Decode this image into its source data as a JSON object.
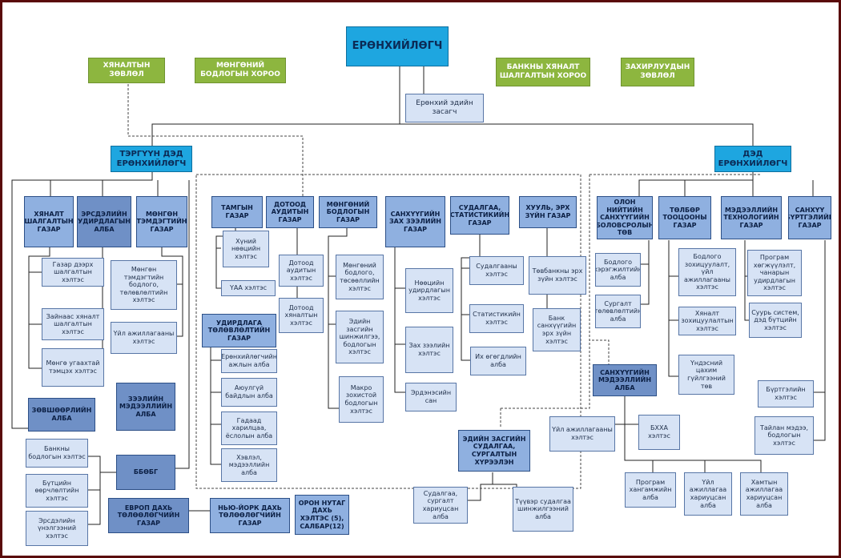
{
  "title": "ЕРӨНХИЙЛӨГЧ",
  "deputy_general": "Ерөнхий эдийн засагч",
  "councils": [
    "ХЯНАЛТЫН ЗӨВЛӨЛ",
    "МӨНГӨНИЙ БОДЛОГЫН ХОРОО",
    "БАНКНЫ ХЯНАЛТ ШАЛГАЛТЫН ХОРОО",
    "ЗАХИРЛУУДЫН ЗӨВЛӨЛ"
  ],
  "first_deputy": "ТЭРГҮҮН ДЭД ЕРӨНХИЙЛӨГЧ",
  "deputy": "ДЭД ЕРӨНХИЙЛӨГЧ",
  "left": {
    "supervision_dept": "ХЯНАЛТ ШАЛГАЛТЫН ГАЗАР",
    "risk_div": "ЭРСДЭЛИЙН УДИРДЛАГЫН АЛБА",
    "cash_dept": "МӨНГӨН ТЭМДЭГТИЙН ГАЗАР",
    "sup_units": [
      "Газар дээрх шалгалтын хэлтэс",
      "Зайнаас хяналт шалгалтын хэлтэс",
      "Мөнгө угаахтай тэмцэх хэлтэс"
    ],
    "cash_units": [
      "Мөнгөн тэмдэгтийн бодлого, төлөвлөлтийн хэлтэс",
      "Үйл ажиллагааны хэлтэс"
    ],
    "ombudsman": "ЗӨВШӨӨРЛИЙН АЛБА",
    "credit_info": "ЗЭЭЛИЙН МЭДЭЭЛЛИЙН АЛБА",
    "bbobg": "ББӨБГ",
    "bbobg_units": [
      "Банкны бодлогын хэлтэс",
      "Бүтцийн өөрчлөлтийн хэлтэс",
      "Эрсдэлийн үнэлгээний хэлтэс"
    ],
    "europe_office": "ЕВРОП ДАХЬ ТӨЛӨӨЛӨГЧИЙН ГАЗАР"
  },
  "mid": {
    "secretariat": "ТАМГЫН ГАЗАР",
    "audit_dept": "ДОТООД АУДИТЫН ГАЗАР",
    "monetary_dept": "МӨНГӨНИЙ БОДЛОГЫН ГАЗАР",
    "financial_dept": "САНХҮҮГИЙН ЗАХ ЗЭЭЛИЙН ГАЗАР",
    "research_dept": "СУДАЛГАА, СТАТИСТИКИЙН ГАЗАР",
    "legal_dept": "ХУУЛЬ, ЭРХ ЗҮЙН ГАЗАР",
    "secretariat_units": [
      "Хүний нөөцийн хэлтэс",
      "ҮАА хэлтэс"
    ],
    "audit_units": [
      "Дотоод аудитын хэлтэс",
      "Дотоод хяналтын хэлтэс"
    ],
    "monetary_units": [
      "Мөнгөний бодлого, төсөөллийн хэлтэс",
      "Эдийн засгийн шинжилгээ, бодлогын хэлтэс",
      "Макро зохистой бодлогын хэлтэс"
    ],
    "financial_units": [
      "Нөөцийн удирдлагын хэлтэс",
      "Зах зээлийн хэлтэс",
      "Эрдэнэсийн сан"
    ],
    "research_units": [
      "Судалгааны хэлтэс",
      "Статистикийн хэлтэс",
      "Их өгөгдлийн алба"
    ],
    "legal_units": [
      "Төвбанкны эрх зүйн хэлтэс",
      "Банк санхүүгийн эрх зүйн хэлтэс"
    ],
    "planning_dept": "УДИРДЛАГА ТӨЛӨВЛӨЛТИЙН ГАЗАР",
    "planning_units": [
      "Ерөнхийлөгчийн ажлын алба",
      "Аюулгүй байдлын алба",
      "Гадаад харилцаа, ёслолын алба",
      "Хэвлэл, мэдээллийн алба"
    ],
    "ny_office": "НЬЮ-ЙОРК ДАХЬ ТӨЛӨӨЛӨГЧИЙН ГАЗАР",
    "local_branches": "ОРОН НУТАГ ДАХЬ ХЭЛТЭС (5), САЛБАР(12)",
    "econ_center": "ЭДИЙН ЗАСГИЙН СУДАЛГАА, СУРГАЛТЫН ХҮРЭЭЛЭН",
    "econ_units": [
      "Судалгаа, сургалт хариуцсан алба",
      "Түүвэр судалгаа шинжилгээний алба"
    ]
  },
  "right": {
    "edu_center": "ОЛОН НИЙТИЙН САНХҮҮГИЙН БОЛОВСРОЛЫН ТӨВ",
    "payment_dept": "ТӨЛБӨР ТООЦООНЫ ГАЗАР",
    "it_dept": "МЭДЭЭЛЛИЙН ТЕХНОЛОГИЙН ГАЗАР",
    "accounting_dept": "САНХҮҮ БҮРТГЭЛИЙН ГАЗАР",
    "edu_units": [
      "Бодлого хэрэгжилтийн алба",
      "Сургалт төлөвлөлтийн алба"
    ],
    "payment_units": [
      "Бодлого зохицуулалт, үйл ажиллагааны хэлтэс",
      "Хяналт зохицуулалтын хэлтэс",
      "Үндэсний цахим гүйлгээний төв"
    ],
    "it_units": [
      "Програм хөгжүүлэлт, чанарын удирдлагын хэлтэс",
      "Суурь систем, дэд бүтцийн хэлтэс"
    ],
    "accounting_units": [
      "Бүртгэлийн хэлтэс",
      "Тайлан мэдээ, бодлогын хэлтэс"
    ],
    "finance_div": "САНХҮҮГИЙН МЭДЭЭЛЛИЙН АЛБА",
    "finance_div_units": [
      "Үйл ажиллагааны хэлтэс",
      "БХХА хэлтэс"
    ],
    "bottom_units": [
      "Програм хангамжийн алба",
      "Үйл ажиллагаа хариуцсан алба",
      "Хамтын ажиллагаа хариуцсан алба"
    ]
  },
  "colors": {
    "top": "#1ea6e0",
    "council": "#8db63f",
    "department": "#8fb0e0",
    "unit": "#d7e3f5",
    "frame": "#5a0a0a"
  }
}
